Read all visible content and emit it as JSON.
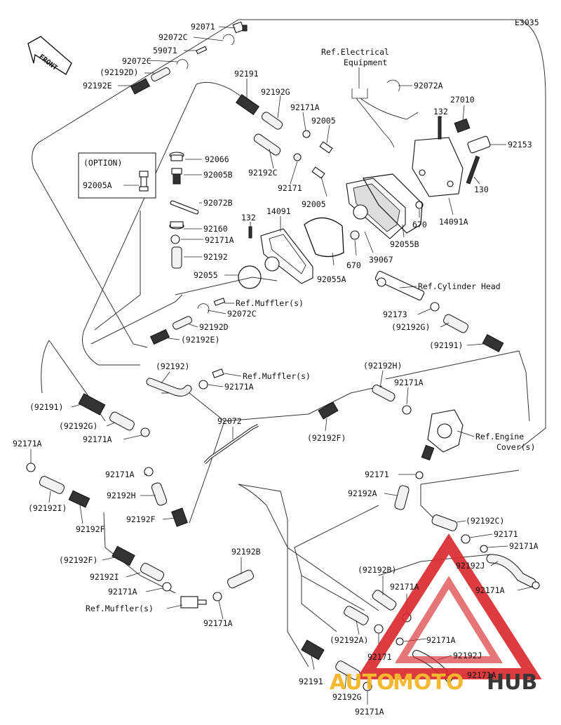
{
  "diagram_code": "E3035",
  "front_label": "FRONT",
  "option_box_label": "(OPTION)",
  "watermark": {
    "auto": "AUTO",
    "moto": "MOTO",
    "hub": "HUB",
    "colors": {
      "triangle": "#d9262b",
      "auto": "#f5b21a",
      "hub": "#222222"
    }
  },
  "labels": {
    "l01": "92071",
    "l02": "92072C",
    "l03": "59071",
    "l04": "92072C",
    "l05": "(92192D)",
    "l06": "92192E",
    "l07": "92191",
    "l08": "92192G",
    "l09": "92171A",
    "l10": "92005",
    "l11": "92192C",
    "l12": "92171",
    "l13": "92066",
    "l14": "92005B",
    "l15": "92005A",
    "l16": "92072B",
    "l17": "92160",
    "l18": "92171A",
    "l19": "92192",
    "l20": "92055",
    "l21": "132",
    "l22": "14091",
    "l23": "92005",
    "l24": "92055A",
    "l25": "670",
    "l26": "39067",
    "l27": "92055B",
    "l28": "670",
    "l29": "14091A",
    "l30": "130",
    "l31": "92153",
    "l32": "132",
    "l33": "27010",
    "l34": "92072A",
    "l35": "Ref.Electrical",
    "l36": "Equipment",
    "l37": "Ref.Cylinder Head",
    "l38": "92173",
    "l39": "(92192G)",
    "l40": "(92191)",
    "l41": "Ref.Muffler(s)",
    "l42": "92072C",
    "l43": "92192D",
    "l44": "(92192E)",
    "l45": "(92192)",
    "l46": "Ref.Muffler(s)",
    "l47": "92171A",
    "l48": "(92192H)",
    "l49": "92171A",
    "l50": "(92191)",
    "l51": "(92192G)",
    "l52": "92171A",
    "l53": "92072",
    "l54": "(92192F)",
    "l55": "Ref.Engine",
    "l56": "Cover(s)",
    "l57": "92171A",
    "l58": "92171A",
    "l59": "(92192I)",
    "l60": "92192F",
    "l61": "92192H",
    "l62": "92192F",
    "l63": "92171",
    "l64": "92192A",
    "l65": "(92192C)",
    "l66": "92171",
    "l67": "92171A",
    "l68": "92192J",
    "l69": "92171A",
    "l70": "(92192F)",
    "l71": "92192I",
    "l72": "92171A",
    "l73": "Ref.Muffler(s)",
    "l74": "92192B",
    "l75": "92171A",
    "l76": "(92192B)",
    "l77": "92171A",
    "l78": "(92192A)",
    "l79": "92171",
    "l80": "92171A",
    "l81": "92192J",
    "l82": "92171A",
    "l83": "92191",
    "l84": "92192G",
    "l85": "92171A"
  }
}
